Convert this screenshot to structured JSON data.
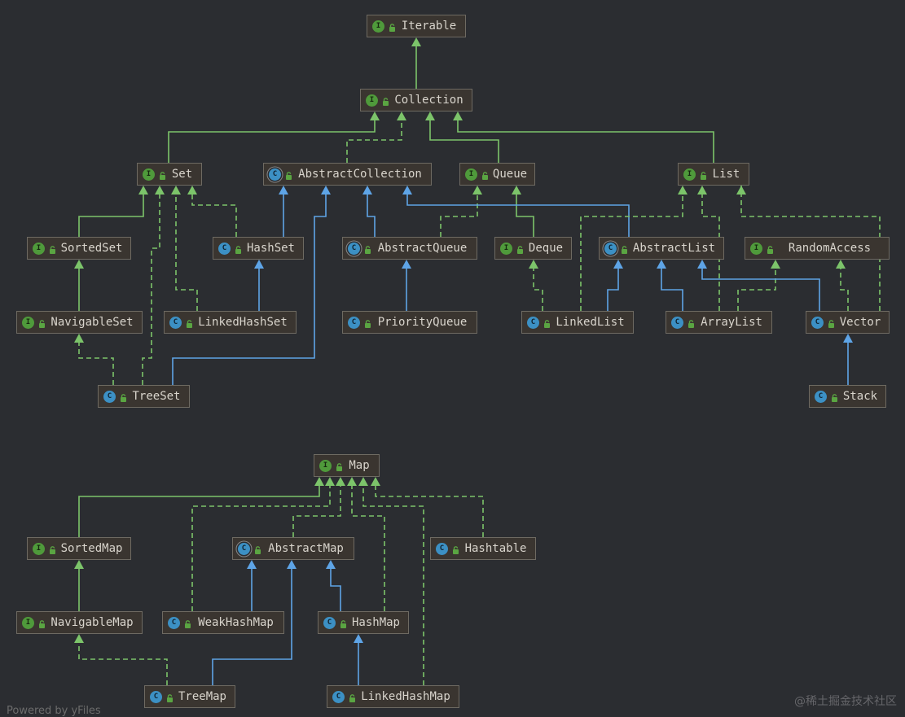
{
  "colors": {
    "background": "#2b2d31",
    "extends_interface_edge": "#7cc46a",
    "extends_class_edge": "#5ea4e6",
    "implements_edge": "#7cc46a",
    "interface_badge": "#4f9a3b",
    "class_badge": "#3c90c4"
  },
  "legend": {
    "interface_badge_letter": "I",
    "class_badge_letter": "C"
  },
  "nodes": [
    {
      "id": "Iterable",
      "label": "Iterable",
      "kind": "interface"
    },
    {
      "id": "Collection",
      "label": "Collection",
      "kind": "interface"
    },
    {
      "id": "Set",
      "label": "Set",
      "kind": "interface"
    },
    {
      "id": "AbstractCollection",
      "label": "AbstractCollection",
      "kind": "abstract"
    },
    {
      "id": "Queue",
      "label": "Queue",
      "kind": "interface"
    },
    {
      "id": "List",
      "label": "List",
      "kind": "interface"
    },
    {
      "id": "SortedSet",
      "label": "SortedSet",
      "kind": "interface"
    },
    {
      "id": "HashSet",
      "label": "HashSet",
      "kind": "class"
    },
    {
      "id": "AbstractQueue",
      "label": "AbstractQueue",
      "kind": "abstract"
    },
    {
      "id": "Deque",
      "label": "Deque",
      "kind": "interface"
    },
    {
      "id": "AbstractList",
      "label": "AbstractList",
      "kind": "abstract"
    },
    {
      "id": "RandomAccess",
      "label": "RandomAccess",
      "kind": "interface"
    },
    {
      "id": "NavigableSet",
      "label": "NavigableSet",
      "kind": "interface"
    },
    {
      "id": "LinkedHashSet",
      "label": "LinkedHashSet",
      "kind": "class"
    },
    {
      "id": "PriorityQueue",
      "label": "PriorityQueue",
      "kind": "class"
    },
    {
      "id": "LinkedList",
      "label": "LinkedList",
      "kind": "class"
    },
    {
      "id": "ArrayList",
      "label": "ArrayList",
      "kind": "class"
    },
    {
      "id": "Vector",
      "label": "Vector",
      "kind": "class"
    },
    {
      "id": "TreeSet",
      "label": "TreeSet",
      "kind": "class"
    },
    {
      "id": "Stack",
      "label": "Stack",
      "kind": "class"
    },
    {
      "id": "Map",
      "label": "Map",
      "kind": "interface"
    },
    {
      "id": "SortedMap",
      "label": "SortedMap",
      "kind": "interface"
    },
    {
      "id": "AbstractMap",
      "label": "AbstractMap",
      "kind": "abstract"
    },
    {
      "id": "Hashtable",
      "label": "Hashtable",
      "kind": "class"
    },
    {
      "id": "NavigableMap",
      "label": "NavigableMap",
      "kind": "interface"
    },
    {
      "id": "WeakHashMap",
      "label": "WeakHashMap",
      "kind": "class"
    },
    {
      "id": "HashMap",
      "label": "HashMap",
      "kind": "class"
    },
    {
      "id": "TreeMap",
      "label": "TreeMap",
      "kind": "class"
    },
    {
      "id": "LinkedHashMap",
      "label": "LinkedHashMap",
      "kind": "class"
    }
  ],
  "edges": [
    {
      "from": "Collection",
      "to": "Iterable",
      "type": "extends-interface"
    },
    {
      "from": "Set",
      "to": "Collection",
      "type": "extends-interface"
    },
    {
      "from": "AbstractCollection",
      "to": "Collection",
      "type": "implements"
    },
    {
      "from": "Queue",
      "to": "Collection",
      "type": "extends-interface"
    },
    {
      "from": "List",
      "to": "Collection",
      "type": "extends-interface"
    },
    {
      "from": "SortedSet",
      "to": "Set",
      "type": "extends-interface"
    },
    {
      "from": "HashSet",
      "to": "AbstractCollection",
      "type": "extends-class"
    },
    {
      "from": "HashSet",
      "to": "Set",
      "type": "implements"
    },
    {
      "from": "AbstractQueue",
      "to": "AbstractCollection",
      "type": "extends-class"
    },
    {
      "from": "AbstractQueue",
      "to": "Queue",
      "type": "implements"
    },
    {
      "from": "Deque",
      "to": "Queue",
      "type": "extends-interface"
    },
    {
      "from": "AbstractList",
      "to": "AbstractCollection",
      "type": "extends-class"
    },
    {
      "from": "NavigableSet",
      "to": "SortedSet",
      "type": "extends-interface"
    },
    {
      "from": "LinkedHashSet",
      "to": "HashSet",
      "type": "extends-class"
    },
    {
      "from": "LinkedHashSet",
      "to": "Set",
      "type": "implements"
    },
    {
      "from": "PriorityQueue",
      "to": "AbstractQueue",
      "type": "extends-class"
    },
    {
      "from": "LinkedList",
      "to": "Deque",
      "type": "implements"
    },
    {
      "from": "LinkedList",
      "to": "AbstractList",
      "type": "extends-class"
    },
    {
      "from": "LinkedList",
      "to": "List",
      "type": "implements"
    },
    {
      "from": "ArrayList",
      "to": "AbstractList",
      "type": "extends-class"
    },
    {
      "from": "ArrayList",
      "to": "RandomAccess",
      "type": "implements"
    },
    {
      "from": "ArrayList",
      "to": "List",
      "type": "implements"
    },
    {
      "from": "Vector",
      "to": "AbstractList",
      "type": "extends-class"
    },
    {
      "from": "Vector",
      "to": "RandomAccess",
      "type": "implements"
    },
    {
      "from": "Vector",
      "to": "List",
      "type": "implements"
    },
    {
      "from": "TreeSet",
      "to": "NavigableSet",
      "type": "implements"
    },
    {
      "from": "TreeSet",
      "to": "Set",
      "type": "implements"
    },
    {
      "from": "TreeSet",
      "to": "AbstractCollection",
      "type": "extends-class"
    },
    {
      "from": "Stack",
      "to": "Vector",
      "type": "extends-class"
    },
    {
      "from": "SortedMap",
      "to": "Map",
      "type": "extends-interface"
    },
    {
      "from": "AbstractMap",
      "to": "Map",
      "type": "implements"
    },
    {
      "from": "Hashtable",
      "to": "Map",
      "type": "implements"
    },
    {
      "from": "NavigableMap",
      "to": "SortedMap",
      "type": "extends-interface"
    },
    {
      "from": "WeakHashMap",
      "to": "AbstractMap",
      "type": "extends-class"
    },
    {
      "from": "WeakHashMap",
      "to": "Map",
      "type": "implements"
    },
    {
      "from": "HashMap",
      "to": "AbstractMap",
      "type": "extends-class"
    },
    {
      "from": "HashMap",
      "to": "Map",
      "type": "implements"
    },
    {
      "from": "TreeMap",
      "to": "AbstractMap",
      "type": "extends-class"
    },
    {
      "from": "TreeMap",
      "to": "NavigableMap",
      "type": "implements"
    },
    {
      "from": "LinkedHashMap",
      "to": "HashMap",
      "type": "extends-class"
    },
    {
      "from": "LinkedHashMap",
      "to": "Map",
      "type": "implements"
    }
  ],
  "footer": {
    "powered_by": "Powered by yFiles"
  },
  "watermark": "@稀土掘金技术社区"
}
